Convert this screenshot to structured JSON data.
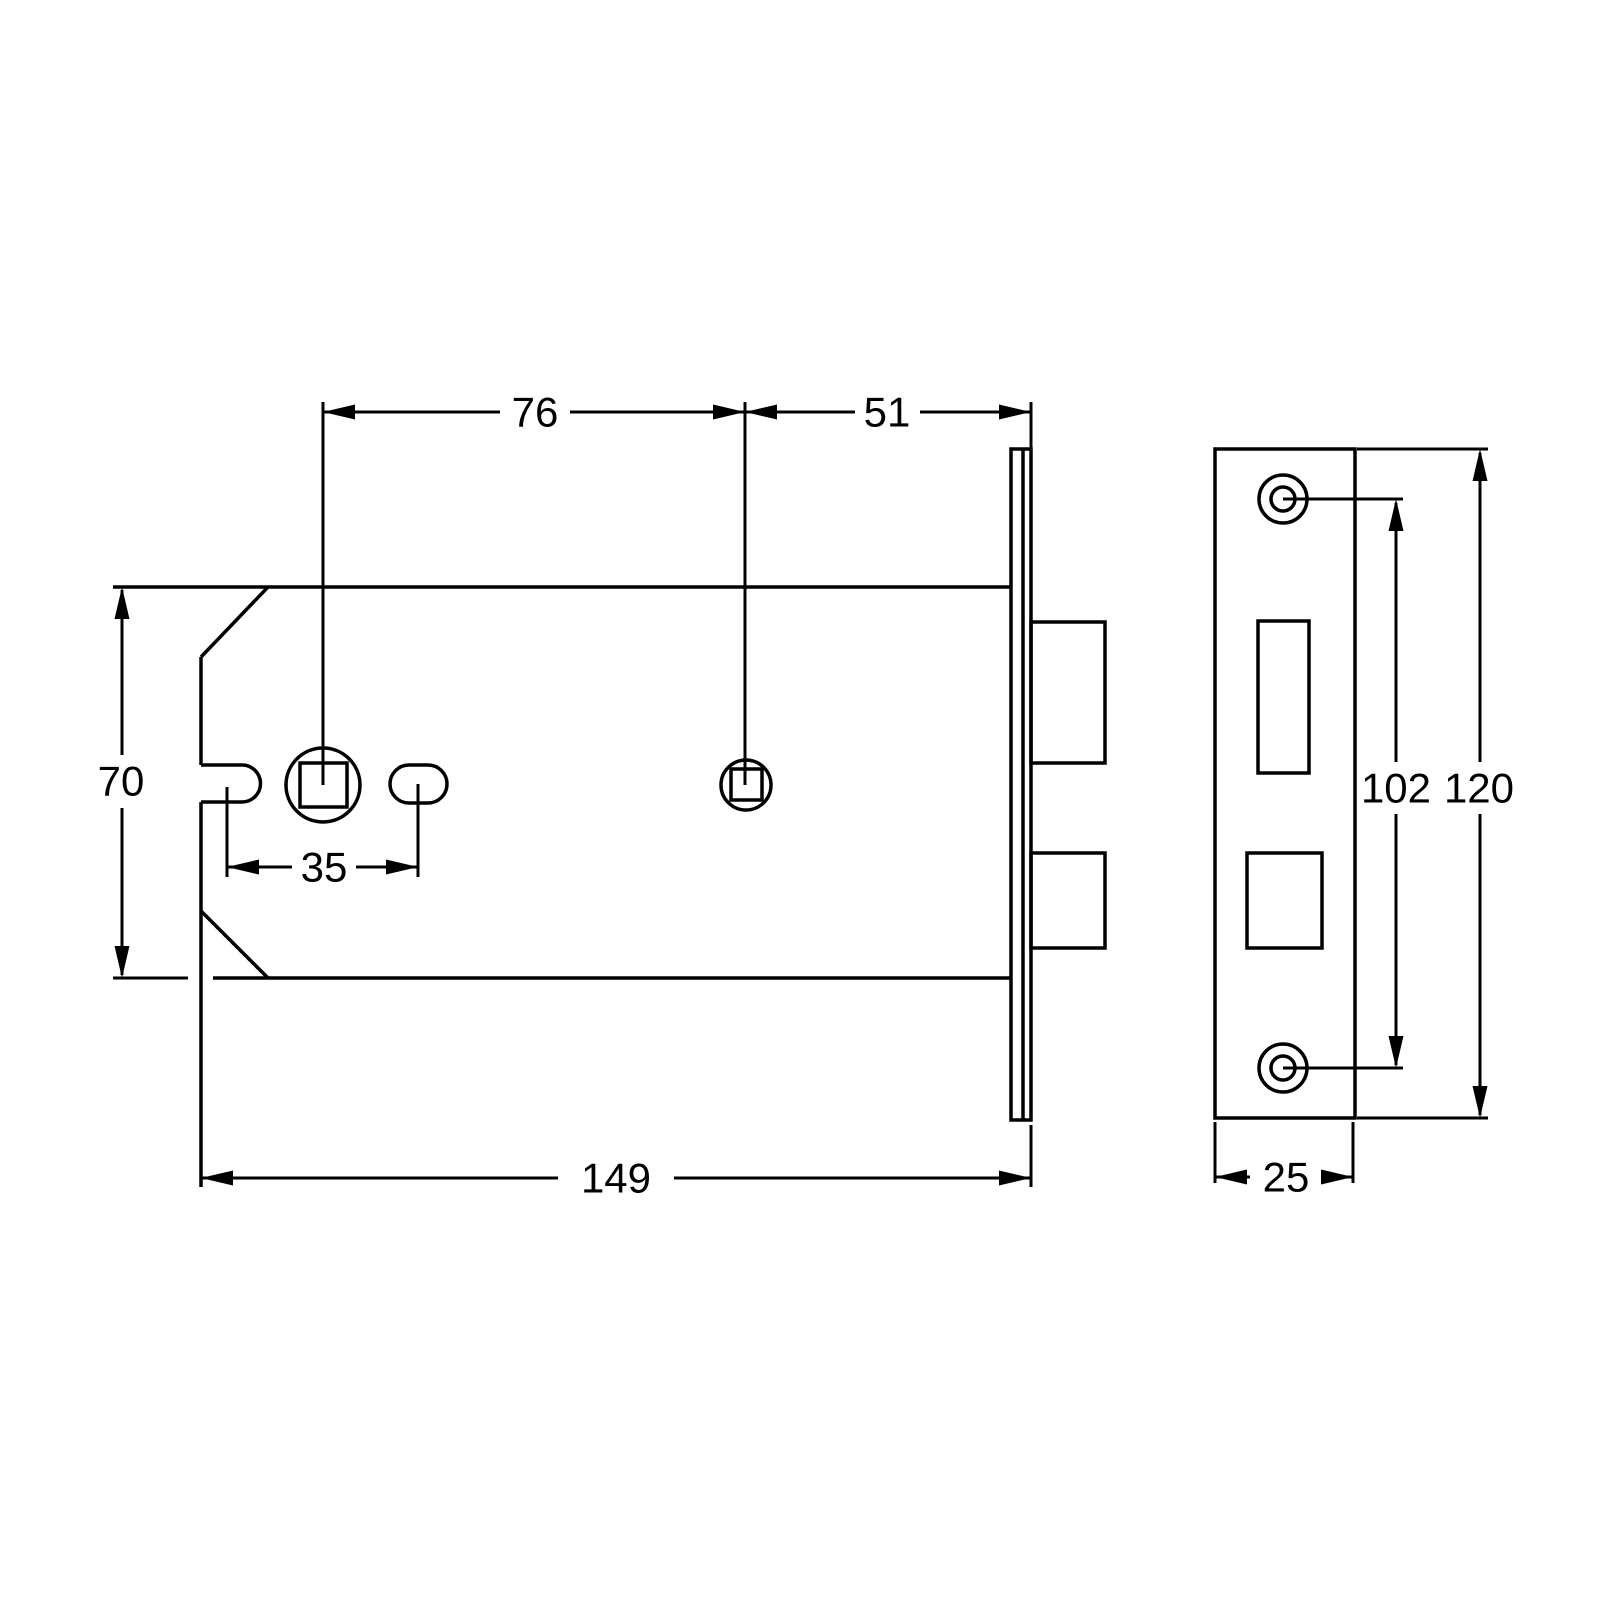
{
  "drawing": {
    "type": "technical-drawing",
    "subject": "mortice-lock-dimension-diagram",
    "background_color": "#ffffff",
    "line_color": "#000000",
    "views": {
      "side_view": {
        "features": [
          "lock-body",
          "notch",
          "spindle-hole",
          "oval-hole",
          "square-hole",
          "faceplate-edge",
          "latch-bolt",
          "deadbolt"
        ]
      },
      "front_view": {
        "features": [
          "faceplate",
          "top-screw-hole",
          "bottom-screw-hole",
          "latch-cutout",
          "deadbolt-cutout"
        ]
      }
    },
    "dimensions": {
      "spindle_to_square_hole": "76",
      "square_hole_to_faceplate": "51",
      "body_height": "70",
      "notch_to_oval_hole": "35",
      "body_length": "149",
      "screw_hole_centres": "102",
      "faceplate_height": "120",
      "faceplate_width": "25"
    }
  }
}
